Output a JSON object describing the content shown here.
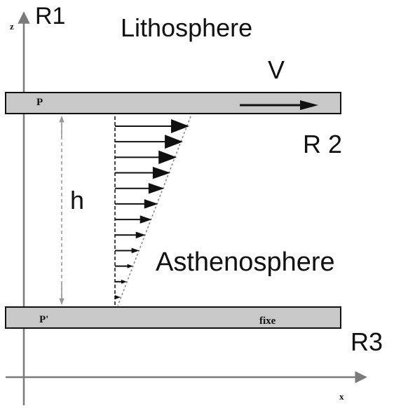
{
  "labels": {
    "r1": "R1",
    "r2": "R 2",
    "r3": "R3",
    "lithosphere": "Lithosphere",
    "asthenosphere": "Asthenosphere",
    "velocity": "V",
    "thickness": "h",
    "plate_top": "P",
    "plate_bottom": "P'",
    "fixed": "fixe",
    "axis_z": "z",
    "axis_x": "x"
  },
  "colors": {
    "plate_fill": "#c8c8c8",
    "stroke": "#111111",
    "axis": "#7a7a7a",
    "dimension": "#9a9a9a"
  },
  "profile": {
    "arrow_count": 12,
    "shape": "linear"
  }
}
